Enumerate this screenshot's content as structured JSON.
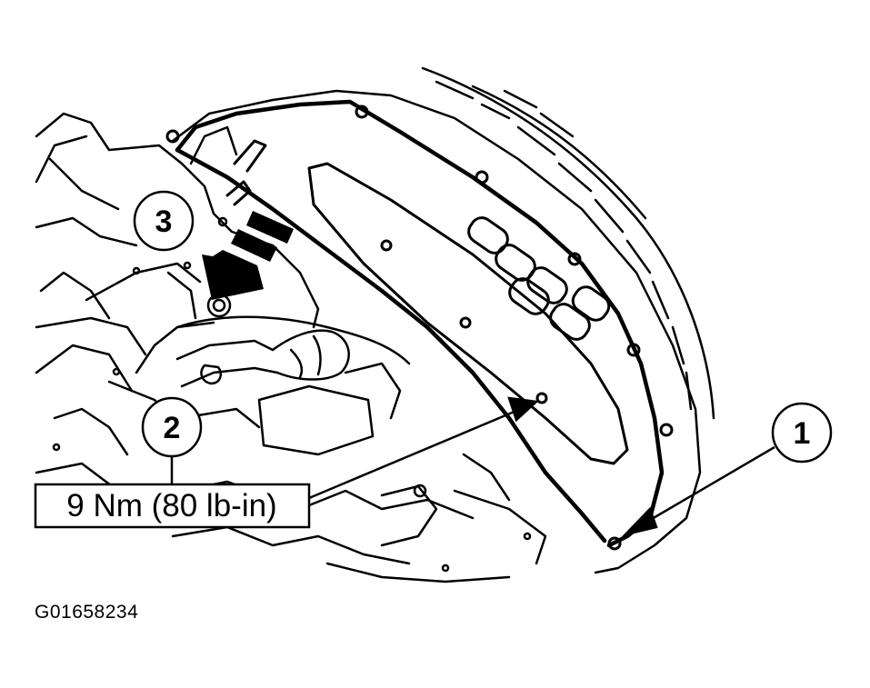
{
  "callouts": [
    {
      "id": "1",
      "label": "1"
    },
    {
      "id": "2",
      "label": "2"
    },
    {
      "id": "3",
      "label": "3"
    }
  ],
  "torque_spec": "9 Nm (80 lb-in)",
  "figure_id": "G01658234",
  "colors": {
    "line": "#000000",
    "background": "#ffffff"
  }
}
